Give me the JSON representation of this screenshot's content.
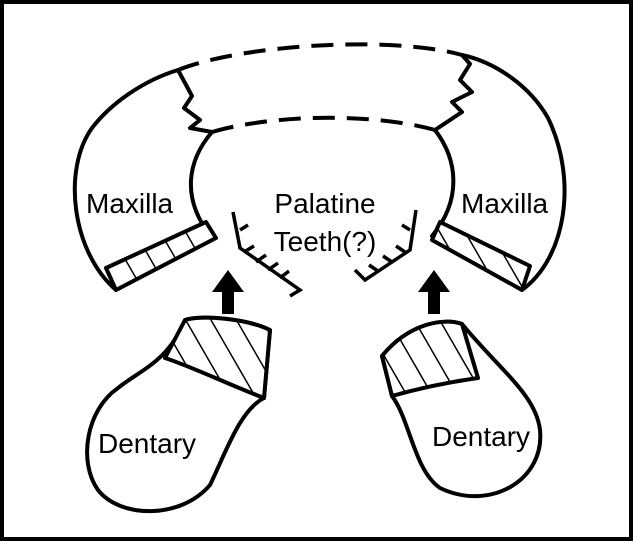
{
  "labels": {
    "maxilla_left": "Maxilla",
    "maxilla_right": "Maxilla",
    "palatine_line1": "Palatine",
    "palatine_line2": "Teeth(?)",
    "dentary_left": "Dentary",
    "dentary_right": "Dentary"
  },
  "colors": {
    "stroke": "#000000",
    "background": "#ffffff"
  }
}
